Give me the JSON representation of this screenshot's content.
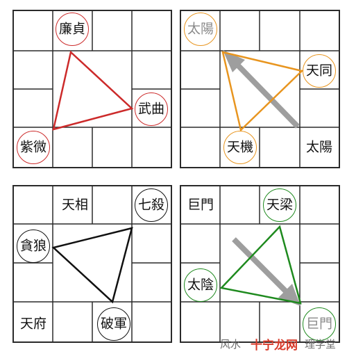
{
  "panels": [
    {
      "id": "top-left",
      "line_color": "#cc2a2a",
      "labels": [
        {
          "text": "廉貞",
          "circled": true,
          "color": "#cc2a2a"
        },
        {
          "text": "武曲",
          "circled": true,
          "color": "#cc2a2a"
        },
        {
          "text": "紫微",
          "circled": true,
          "color": "#cc2a2a"
        }
      ]
    },
    {
      "id": "top-right",
      "line_color": "#e8951f",
      "arrow": true,
      "labels": [
        {
          "text": "太陽",
          "circled": true,
          "color": "#e8951f",
          "gray_text": true
        },
        {
          "text": "天同",
          "circled": true,
          "color": "#e8951f"
        },
        {
          "text": "天機",
          "circled": true,
          "color": "#e8951f"
        },
        {
          "text": "太陽",
          "circled": false
        }
      ]
    },
    {
      "id": "bottom-left",
      "line_color": "#111111",
      "labels": [
        {
          "text": "天相",
          "circled": false
        },
        {
          "text": "七殺",
          "circled": true,
          "color": "#111111"
        },
        {
          "text": "貪狼",
          "circled": true,
          "color": "#111111"
        },
        {
          "text": "天府",
          "circled": false
        },
        {
          "text": "破軍",
          "circled": true,
          "color": "#111111"
        }
      ]
    },
    {
      "id": "bottom-right",
      "line_color": "#1e8a1e",
      "arrow": true,
      "labels": [
        {
          "text": "巨門",
          "circled": false
        },
        {
          "text": "天梁",
          "circled": true,
          "color": "#1e8a1e"
        },
        {
          "text": "太陰",
          "circled": true,
          "color": "#1e8a1e"
        },
        {
          "text": "巨門",
          "circled": true,
          "color": "#1e8a1e",
          "gray_text": true
        }
      ]
    }
  ],
  "watermark": {
    "left_text": "风水",
    "brand": "十宁龙网",
    "right_text": "理学堂"
  }
}
